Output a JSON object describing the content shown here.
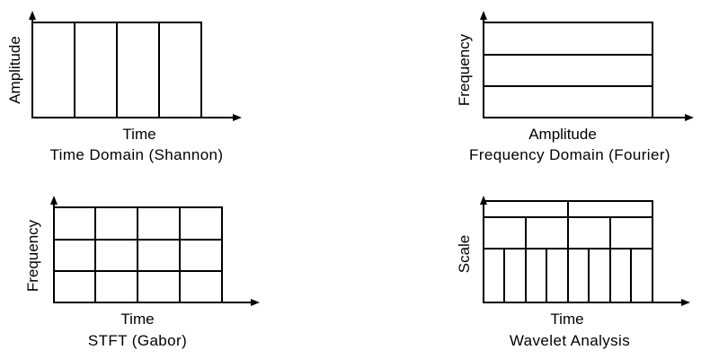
{
  "panels": {
    "time_domain": {
      "xlabel": "Time",
      "ylabel": "Amplitude",
      "caption": "Time Domain (Shannon)"
    },
    "frequency_domain": {
      "xlabel": "Amplitude",
      "ylabel": "Frequency",
      "caption": "Frequency Domain (Fourier)"
    },
    "stft": {
      "xlabel": "Time",
      "ylabel": "Frequency",
      "caption": "STFT (Gabor)"
    },
    "wavelet": {
      "xlabel": "Time",
      "ylabel": "Scale",
      "caption": "Wavelet Analysis"
    }
  }
}
